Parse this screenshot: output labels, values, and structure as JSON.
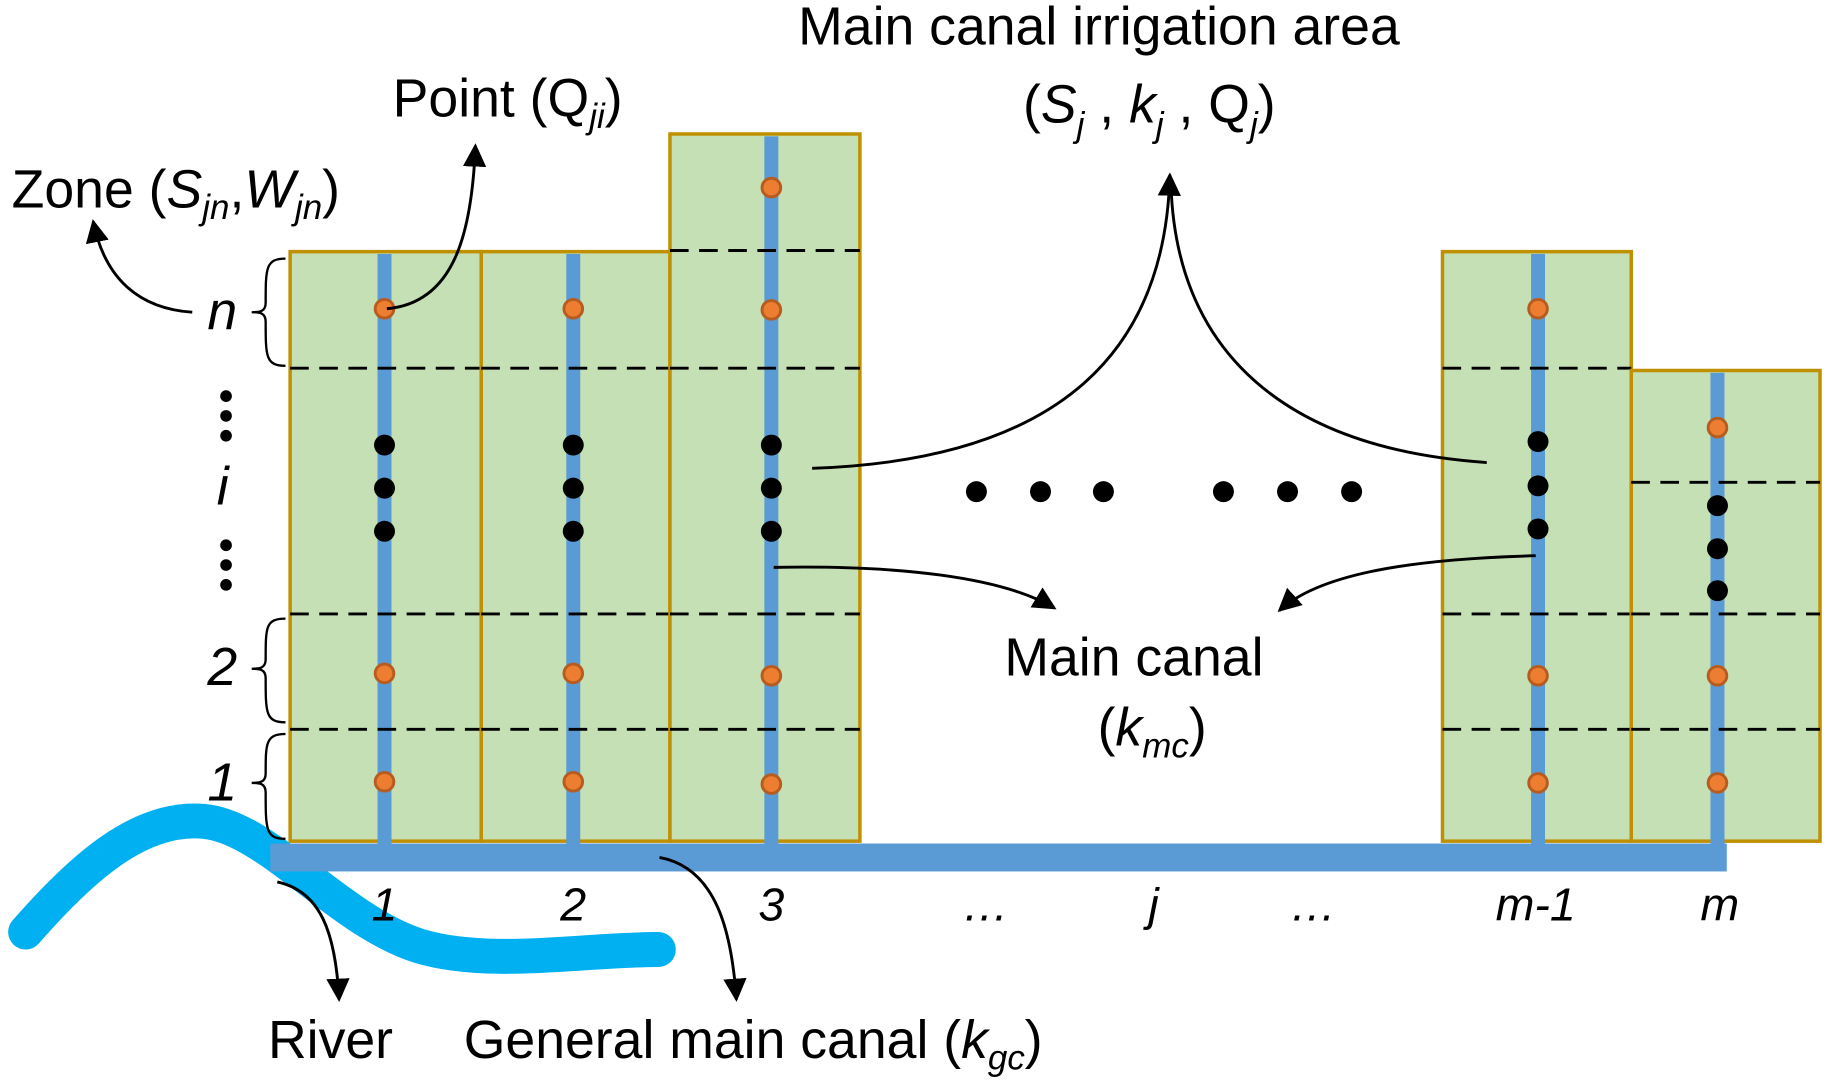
{
  "colors": {
    "area_fill": "#c5e0b4",
    "area_stroke": "#bf9000",
    "canal": "#5b9bd5",
    "river": "#00b0f0",
    "point_fill": "#ed7d31",
    "point_stroke": "#b75c21",
    "ink": "#000000"
  },
  "labels": {
    "zone": {
      "main": "Zone (",
      "s": "S",
      "s_sub": "jn",
      "comma": ",",
      "w": "W",
      "w_sub": "jn",
      "close": ")"
    },
    "point": {
      "main": "Point (",
      "q": "Q",
      "q_sub": "ji",
      "close": ")"
    },
    "main_area": {
      "line1": "Main canal irrigation area",
      "open": "(",
      "s": "S",
      "s_sub": "j",
      "k": "k",
      "k_sub": "j",
      "q": "Q",
      "q_sub": "j",
      "close": ")",
      "sep": " , "
    },
    "main_canal": {
      "line1": "Main canal",
      "open": "(",
      "k": "k",
      "k_sub": "mc",
      "close": ")"
    },
    "river": "River",
    "general_canal": {
      "main": "General main canal (",
      "k": "k",
      "k_sub": "gc",
      "close": ")"
    }
  },
  "row_labels": {
    "n": "n",
    "i": "i",
    "two": "2",
    "one": "1"
  },
  "columns": [
    {
      "label": "1"
    },
    {
      "label": "2"
    },
    {
      "label": "3"
    },
    {
      "label": "…"
    },
    {
      "label": "j"
    },
    {
      "label": "…"
    },
    {
      "label": "m-1"
    },
    {
      "label": "m"
    }
  ]
}
